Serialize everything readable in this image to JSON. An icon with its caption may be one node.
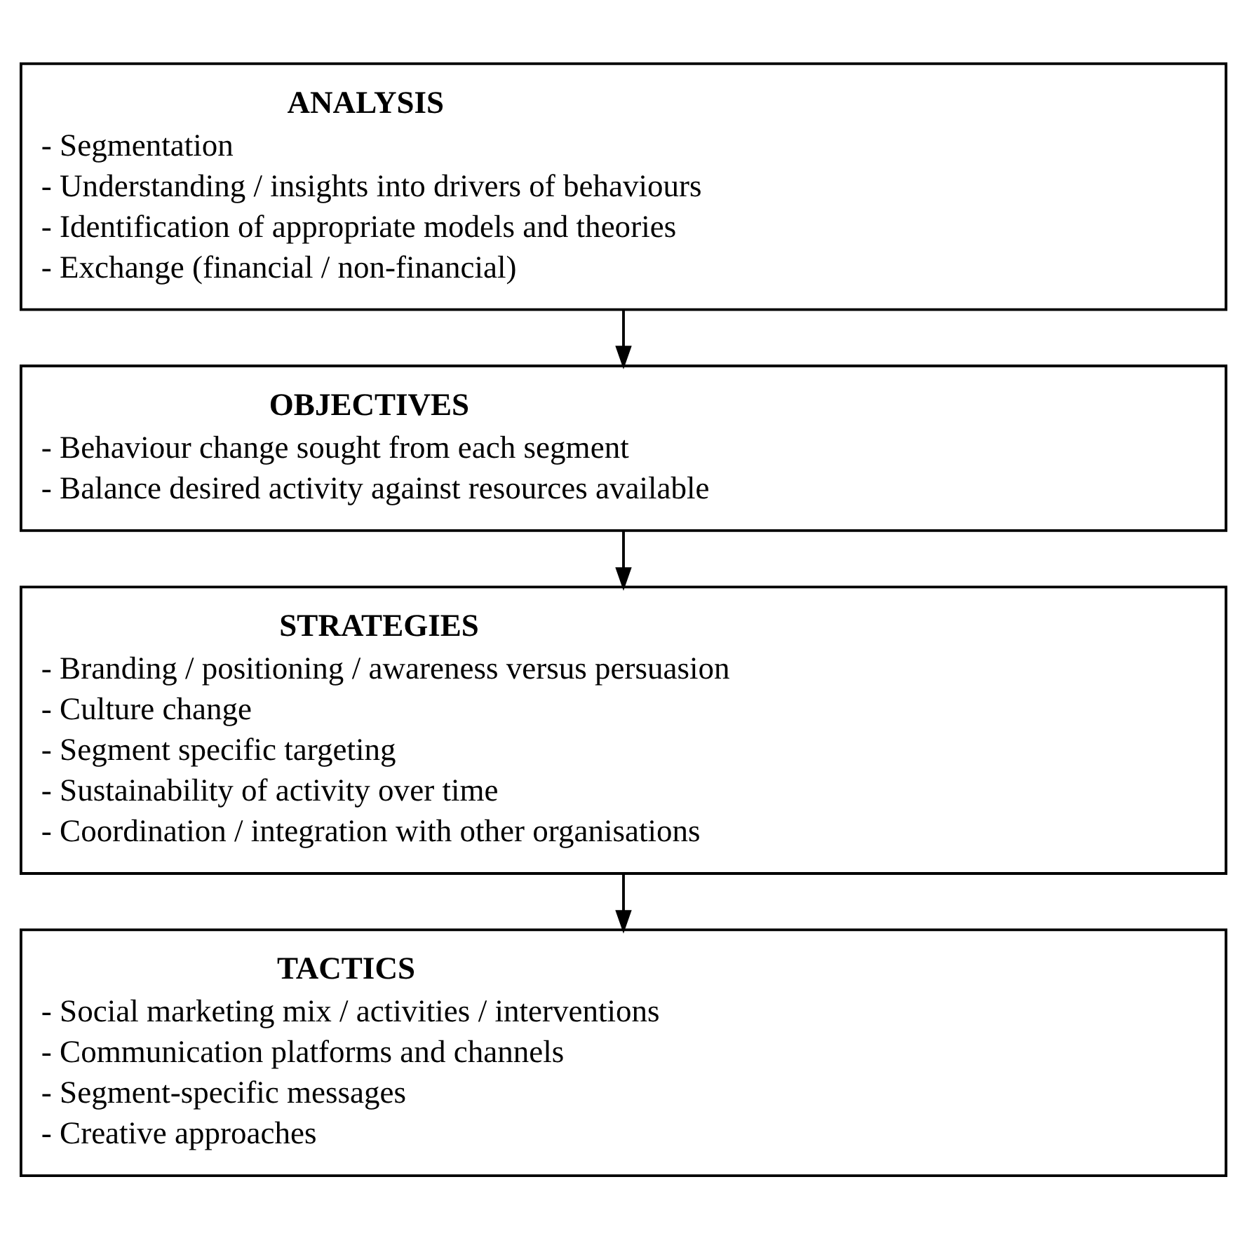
{
  "diagram": {
    "nodes": [
      {
        "text": [
          "ANALYSIS",
          "- Segmentation",
          "- Understanding / insights into drivers of behaviours",
          "- Identification of appropriate models and theories",
          "- Exchange (financial / non-financial)"
        ]
      },
      {
        "text": [
          "OBJECTIVES",
          "- Behaviour change sought from each segment",
          "- Balance desired activity against resources available"
        ]
      },
      {
        "text": [
          "STRATEGIES",
          "- Branding / positioning / awareness versus persuasion",
          "- Culture change",
          "- Segment specific targeting",
          "- Sustainability of activity over time",
          "- Coordination / integration with other organisations"
        ]
      },
      {
        "text": [
          "TACTICS",
          "- Social marketing mix / activities / interventions",
          "- Communication platforms and channels",
          "- Segment-specific messages",
          "- Creative approaches"
        ]
      }
    ],
    "edges": [
      {
        "from": 0,
        "to": 1,
        "arrow": "to"
      },
      {
        "from": 1,
        "to": 2,
        "arrow": "to"
      },
      {
        "from": 2,
        "to": 3,
        "arrow": "to"
      }
    ]
  }
}
